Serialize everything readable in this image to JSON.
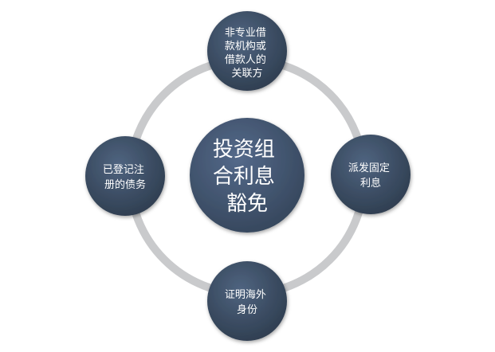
{
  "diagram": {
    "colors": {
      "node_fill_center": "#3e5066",
      "node_fill": "#354659",
      "ring": "#c9cacc",
      "text": "#ffffff"
    },
    "center": {
      "lines": [
        "投资组",
        "合利息",
        "豁免"
      ]
    },
    "nodes": {
      "top": {
        "lines": [
          "非专业借",
          "款机构或",
          "借款人的",
          "关联方"
        ]
      },
      "right": {
        "lines": [
          "派发固定",
          "利息"
        ]
      },
      "bottom": {
        "lines": [
          "证明海外",
          "身份"
        ]
      },
      "left": {
        "lines": [
          "已登记注",
          "册的债务"
        ]
      }
    }
  }
}
